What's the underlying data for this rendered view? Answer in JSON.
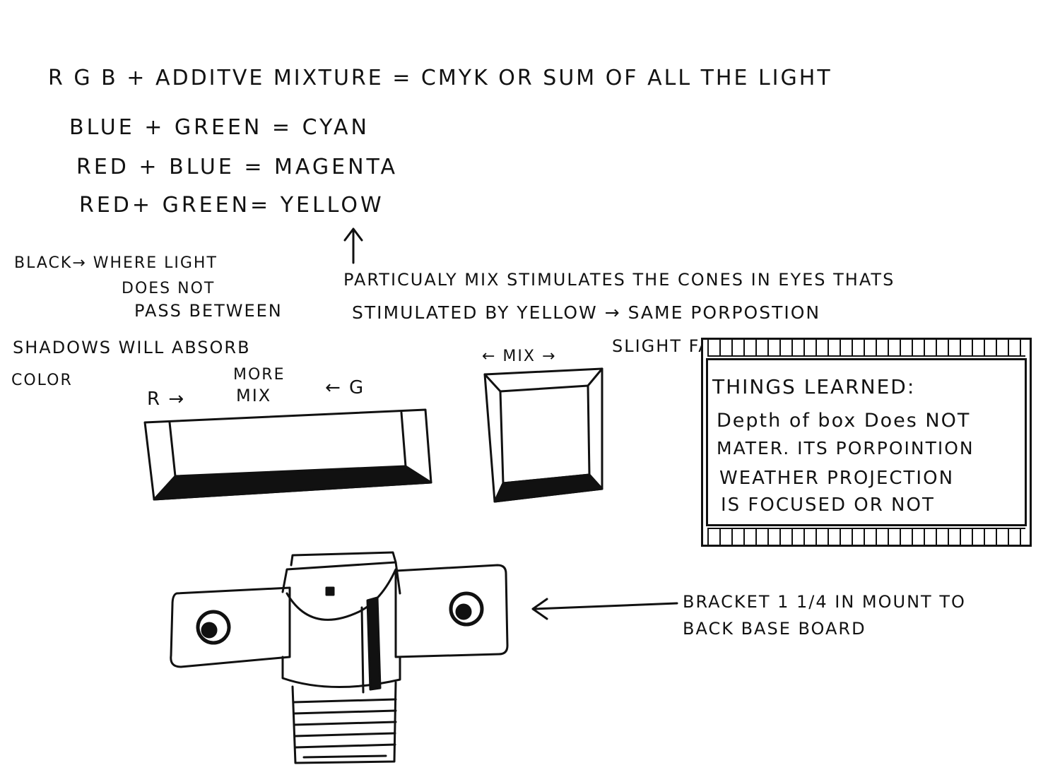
{
  "header": {
    "line1": "R G B   + ADDITVE MIXTURE = CMYK OR SUM OF All THE lIGHT"
  },
  "mixes": [
    "BlUE +   GREEN = CYAN",
    "RED +   BlUE = MAgENTA",
    "RED+ GREEN= YEllOW"
  ],
  "notes": {
    "black_note_line1": "BlACK→ WHERE lIght",
    "black_note_line2": "DOES NOT",
    "black_note_line3": "PASS BETWEEN",
    "cones_line1": "PARTICUAly MIX STIMUlATES THE CONES IN EYES THATS",
    "cones_line2": "STIMUlATED BY YEllOW → SAME PORPOSTION",
    "shadows_line1": "SHADOWS WILL ABSORB",
    "shadows_line2": "COLOR",
    "more": "MORE",
    "r_label": "R →",
    "mix_label": "MIX",
    "g_label": "← G",
    "mix_arrow": "← MIX →",
    "fade": "SlIght FADE"
  },
  "things_learned": {
    "title": "THINGS lEARNED:",
    "lines": [
      "Depth of box Does NOT",
      "MATER. ITS PORPOINTION",
      "WEATHER PROJECTION",
      "IS FOCUSED OR NOT"
    ]
  },
  "bracket": {
    "line1": "BRACKET 1 1/4 IN MOUNT TO",
    "line2": "BACK BASE BOARD"
  },
  "colors": {
    "ink": "#111111",
    "paper": "#ffffff"
  }
}
